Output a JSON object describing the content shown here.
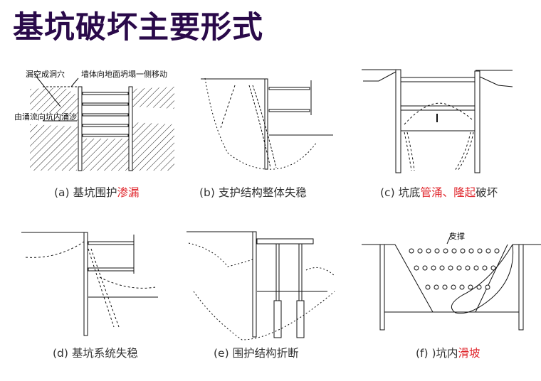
{
  "title": "基坑破坏主要形式",
  "colors": {
    "title": "#2a0a4a",
    "highlight": "#e0262c",
    "caption": "#333333",
    "line": "#111111"
  },
  "panels": [
    {
      "id": "a",
      "prefix": "(a) ",
      "parts": [
        {
          "text": "基坑围护",
          "red": false
        },
        {
          "text": "渗漏",
          "red": true
        }
      ],
      "labels": {
        "top_left": "漏空成洞穴",
        "top_right": "墙体向地面坍塌一侧移动",
        "left": "由涌流向坑内涌沙"
      }
    },
    {
      "id": "b",
      "prefix": "(b) ",
      "parts": [
        {
          "text": "支护结构整体失稳",
          "red": false
        }
      ]
    },
    {
      "id": "c",
      "prefix": "(c) ",
      "parts": [
        {
          "text": "坑底",
          "red": false
        },
        {
          "text": "管涌、隆起",
          "red": true
        },
        {
          "text": "破坏",
          "red": false
        }
      ]
    },
    {
      "id": "d",
      "prefix": "(d) ",
      "parts": [
        {
          "text": "基坑系统失稳",
          "red": false
        }
      ]
    },
    {
      "id": "e",
      "prefix": "(e) ",
      "parts": [
        {
          "text": "围护结构折断",
          "red": false
        }
      ]
    },
    {
      "id": "f",
      "prefix": "(f) )",
      "parts": [
        {
          "text": "坑内",
          "red": false
        },
        {
          "text": "滑坡",
          "red": true
        }
      ],
      "labels": {
        "strut": "支撑"
      }
    }
  ]
}
